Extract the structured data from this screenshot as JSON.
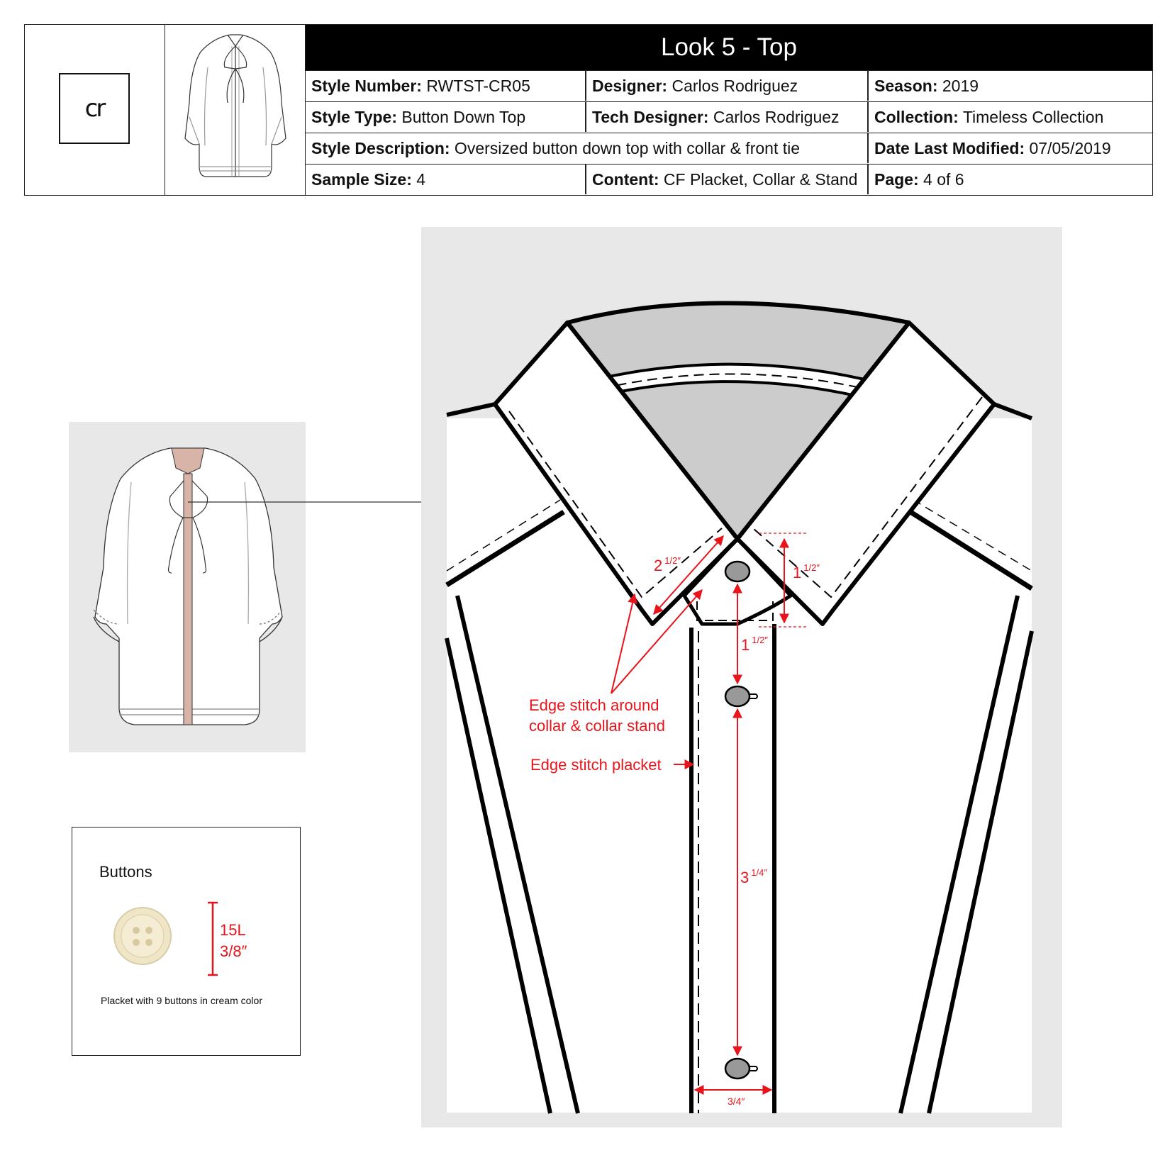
{
  "header": {
    "logo_text": "cr",
    "title": "Look 5 - Top",
    "rows": [
      [
        {
          "label": "Style Number:",
          "value": " RWTST-CR05"
        },
        {
          "label": "Designer:",
          "value": " Carlos Rodriguez"
        },
        {
          "label": "Season:",
          "value": " 2019"
        }
      ],
      [
        {
          "label": "Style Type:",
          "value": " Button Down Top"
        },
        {
          "label": "Tech Designer:",
          "value": " Carlos Rodriguez"
        },
        {
          "label": "Collection:",
          "value": " Timeless Collection"
        }
      ],
      [
        {
          "label": "Style Description:",
          "value": " Oversized button down top with collar & front tie"
        },
        {
          "label": "Date Last Modified:",
          "value": " 07/05/2019"
        }
      ],
      [
        {
          "label": "Sample Size:",
          "value": "  4"
        },
        {
          "label": "Content:",
          "value": " CF Placket, Collar & Stand"
        },
        {
          "label": "Page:",
          "value": " 4 of 6"
        }
      ]
    ]
  },
  "annotations": {
    "collar_stitch": [
      "Edge stitch around",
      "collar & collar stand"
    ],
    "placket_stitch": "Edge stitch placket"
  },
  "measurements": {
    "collar_point": {
      "whole": "2",
      "fraction": "1/2″"
    },
    "stand_height": {
      "whole": "1",
      "fraction": "1/2″"
    },
    "first_button": {
      "whole": "1",
      "fraction": "1/2″"
    },
    "button_spacing": {
      "whole": "3",
      "fraction": "1/4″"
    },
    "placket_width": "3/4″"
  },
  "trims": {
    "title": "Buttons",
    "size_ligne": "15L",
    "size_inch": "3/8″",
    "note": "Placket with 9 buttons in cream color"
  },
  "colors": {
    "annotation": "#e8141b",
    "placket_highlight": "#d7b3a8",
    "panel_bg": "#e8e8e8",
    "inner_neck": "#cccccc",
    "button_grey": "#999999",
    "button_cream": "#efe6c8"
  }
}
